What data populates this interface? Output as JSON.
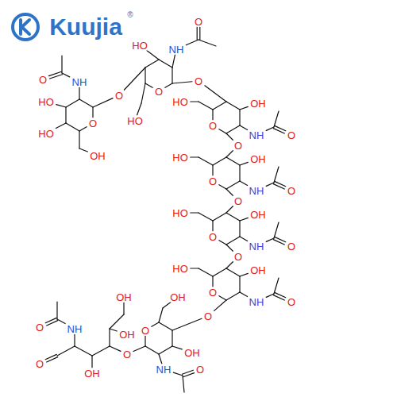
{
  "diagram": {
    "labels": [
      "Kuujia",
      "®",
      "O",
      "NH",
      "O",
      "HO",
      "HO",
      "OH",
      "O",
      "O",
      "NH",
      "O",
      "HO",
      "HO",
      "O",
      "O",
      "HO",
      "OH",
      "NH",
      "O",
      "O",
      "O",
      "HO",
      "OH",
      "NH",
      "O",
      "O",
      "O",
      "HO",
      "OH",
      "NH",
      "O",
      "O",
      "O",
      "HO",
      "OH",
      "NH",
      "O",
      "O",
      "O",
      "OH",
      "OH",
      "NH",
      "O",
      "O",
      "OH",
      "NH",
      "O",
      "O",
      "OH",
      "OH"
    ]
  }
}
